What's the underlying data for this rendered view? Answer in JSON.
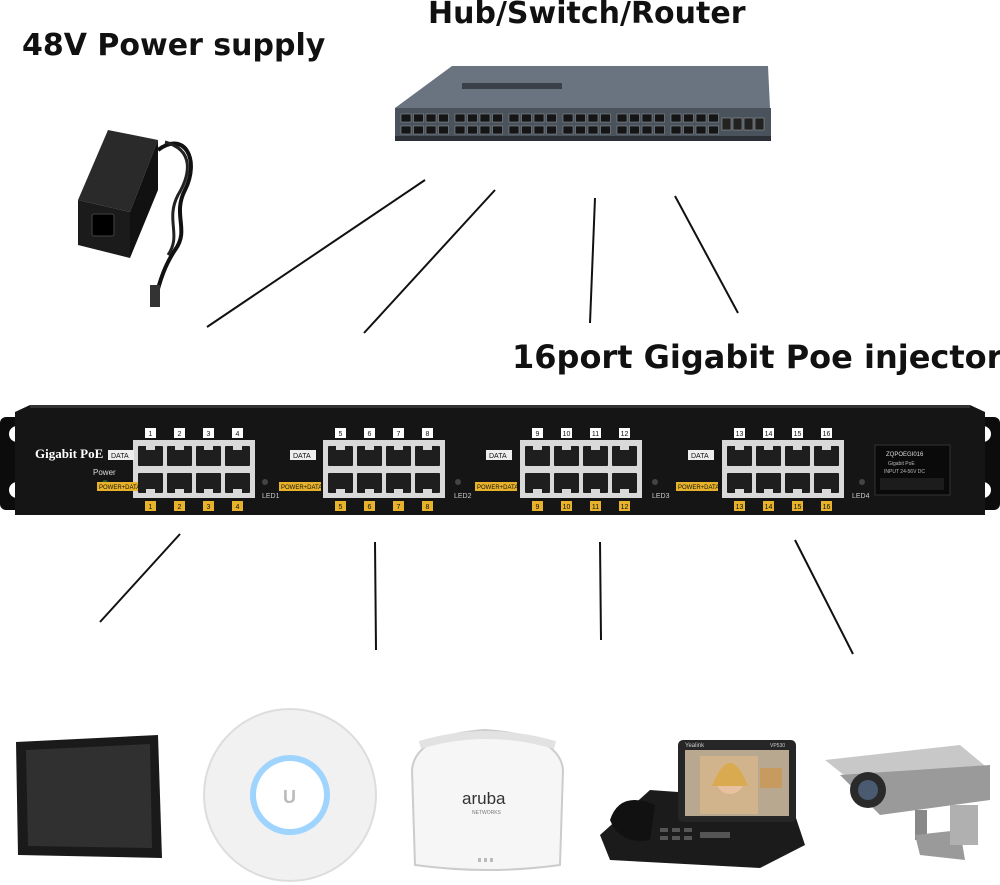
{
  "labels": {
    "power_supply": "48V Power supply",
    "switch": "Hub/Switch/Router",
    "injector": "16port Gigabit Poe injector"
  },
  "panel": {
    "brand": "Gigabit PoE",
    "power": "Power",
    "data_tag": "DATA",
    "power_data_tag": "POWER+DATA",
    "led_labels": [
      "LED1",
      "LED2",
      "LED3",
      "LED4"
    ],
    "port_numbers": [
      "1",
      "2",
      "3",
      "4",
      "5",
      "6",
      "7",
      "8",
      "9",
      "10",
      "11",
      "12",
      "13",
      "14",
      "15",
      "16"
    ],
    "model": "ZQPOEGI016",
    "model_sub": "Gigabit PoE",
    "input": "INPUT 24-56V DC"
  },
  "devices": {
    "ap_brand": "aruba",
    "ap_sub": "NETWORKS",
    "phone_brand": "Yealink",
    "phone_model": "VP530"
  },
  "colors": {
    "panel": "#151515",
    "tag_yellow": "#e8b32a",
    "port_bezel": "#d9d9d9",
    "port_hole": "#1e1e1e",
    "line": "#111111"
  }
}
